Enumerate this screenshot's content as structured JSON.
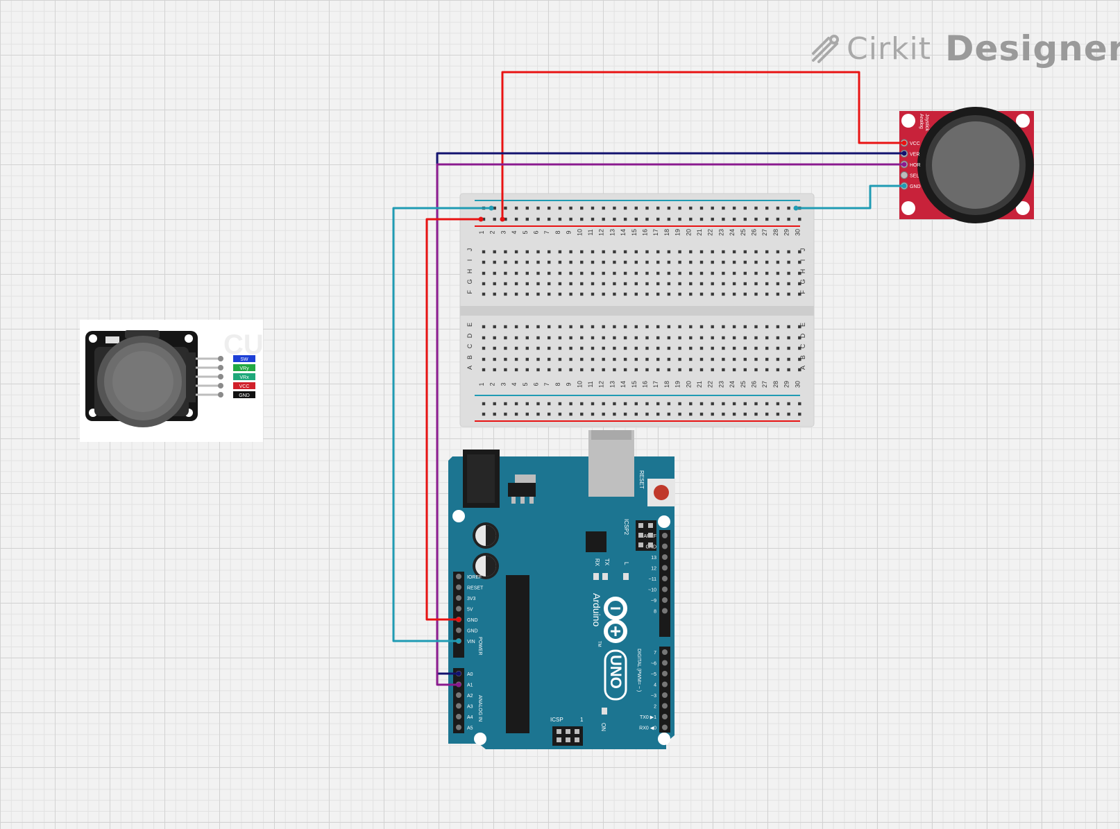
{
  "brand": {
    "name_part1": "Cirkit",
    "name_part2": "Designer",
    "logo_icon": "cirkit-logo-icon"
  },
  "joystick_photo": {
    "pin_labels": [
      "SW",
      "VRy",
      "VRx",
      "VCC",
      "GND"
    ],
    "pin_colors": [
      "#1c3fd6",
      "#21a843",
      "#1fa87a",
      "#d0202a",
      "#111111"
    ],
    "watermark": "CU"
  },
  "joystick_module": {
    "title_lines": [
      "Analog",
      "Joystick"
    ],
    "pins": [
      "VCC",
      "VER",
      "HOR",
      "SEL",
      "GND"
    ]
  },
  "breadboard": {
    "columns": [
      "1",
      "2",
      "3",
      "4",
      "5",
      "6",
      "7",
      "8",
      "9",
      "10",
      "11",
      "12",
      "13",
      "14",
      "15",
      "16",
      "17",
      "18",
      "19",
      "20",
      "21",
      "22",
      "23",
      "24",
      "25",
      "26",
      "27",
      "28",
      "29",
      "30"
    ],
    "top_rows": [
      "J",
      "I",
      "H",
      "G",
      "F"
    ],
    "bottom_rows": [
      "E",
      "D",
      "C",
      "B",
      "A"
    ]
  },
  "arduino": {
    "brand": "Arduino",
    "model": "UNO",
    "tm": "TM",
    "reset_label": "RESET",
    "icsp2_label": "ICSP2",
    "icsp_label": "ICSP",
    "icsp_pin1": "1",
    "on_label": "ON",
    "led_labels": [
      "TX",
      "RX",
      "L"
    ],
    "power_pins": [
      "IOREF",
      "RESET",
      "3V3",
      "5V",
      "GND",
      "GND",
      "VIN"
    ],
    "power_label": "POWER",
    "analog_pins": [
      "A0",
      "A1",
      "A2",
      "A3",
      "A4",
      "A5"
    ],
    "analog_label": "ANALOG IN",
    "digital_top_pins": [
      "AREF",
      "GND",
      "13",
      "12",
      "~11",
      "~10",
      "~9",
      "8"
    ],
    "digital_bottom_pins": [
      "7",
      "~6",
      "~5",
      "4",
      "~3",
      "2",
      "TX0 ▶1",
      "RX0 ◀0"
    ],
    "digital_label": "DIGITAL (PWM= ~ )"
  },
  "wire_colors": {
    "vcc": "#e81212",
    "ver": "#12126e",
    "hor": "#8a1a8e",
    "gnd": "#1f9bb3",
    "fivev": "#e81212"
  }
}
